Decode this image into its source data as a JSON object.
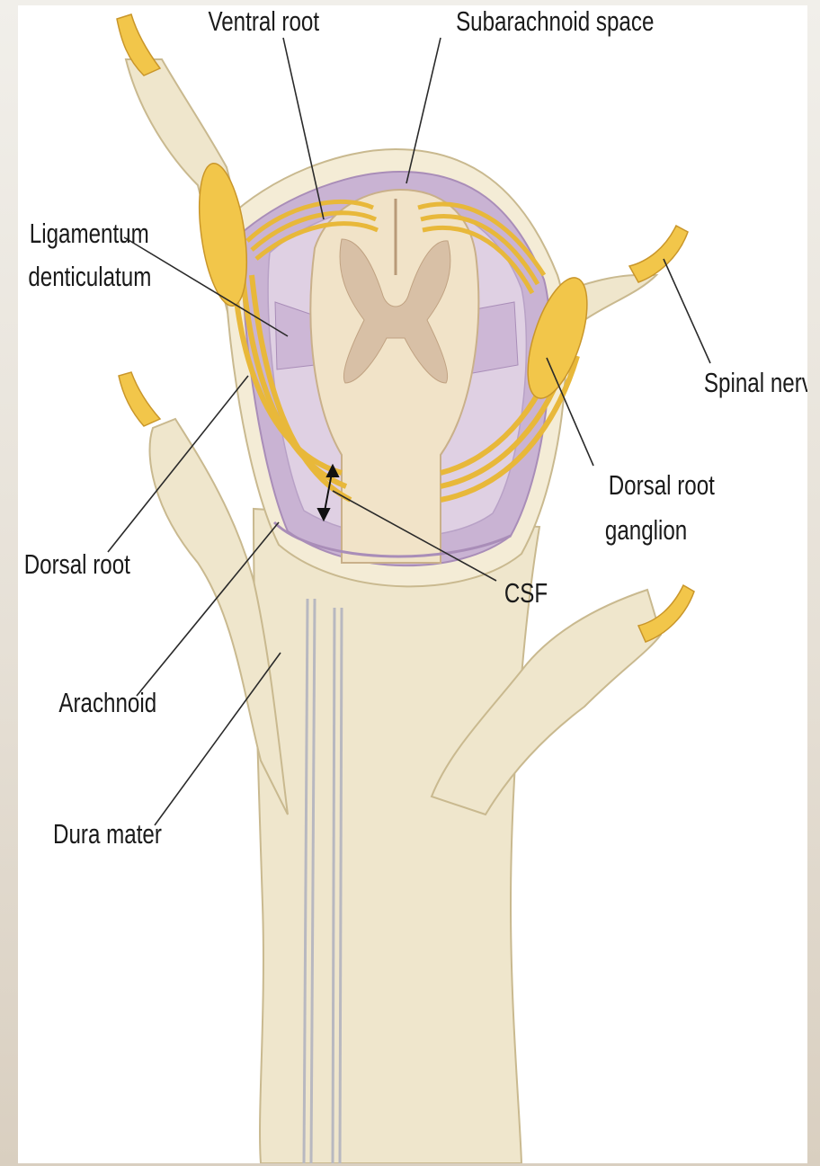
{
  "labels": {
    "ventral_root": "Ventral root",
    "subarachnoid_space": "Subarachnoid space",
    "ligamentum_line1": "Ligamentum",
    "ligamentum_line2": "denticulatum",
    "spinal_nerve": "Spinal nerve",
    "dorsal_root_ganglion_line1": "Dorsal root",
    "dorsal_root_ganglion_line2": "ganglion",
    "dorsal_root": "Dorsal root",
    "csf": "CSF",
    "arachnoid": "Arachnoid",
    "dura_mater": "Dura mater"
  },
  "colors": {
    "dura": "#efe6cc",
    "dura_edge": "#c9b98f",
    "nerve": "#f2c64a",
    "nerve_edge": "#c9962a",
    "arachnoid": "#c9b3d3",
    "arachnoid_dark": "#a98db8",
    "cord_white": "#f1e3c8",
    "cord_gray": "#d8c0a6"
  }
}
